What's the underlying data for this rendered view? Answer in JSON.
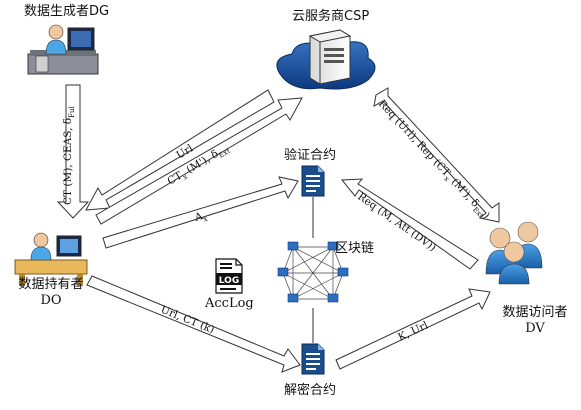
{
  "nodes": {
    "dg": {
      "label": "数据生成者DG"
    },
    "csp": {
      "label": "云服务商CSP"
    },
    "do": {
      "label_line1": "数据持有者",
      "label_line2": "DO"
    },
    "dv": {
      "label_line1": "数据访问者",
      "label_line2": "DV"
    },
    "verify": {
      "label": "验证合约"
    },
    "decrypt": {
      "label": "解密合约"
    },
    "blockchain": {
      "label": "区块链"
    },
    "acclog": {
      "label": "AccLog",
      "icon_text": "LOG"
    }
  },
  "edges": {
    "dg_do": "CT (M), CEAS, δ_{Ful}",
    "csp_do_url": "Url",
    "do_csp_ct": "CT_x (M'), δ_{Ext}",
    "do_verify": "A_x",
    "dv_verify": "Req (M, Att (DV))",
    "csp_dv": "Req (Url), Rep (CT_x (M'), δ_{Ext})",
    "do_decrypt": "Url, CT (k)",
    "decrypt_dv": "K, Url"
  }
}
